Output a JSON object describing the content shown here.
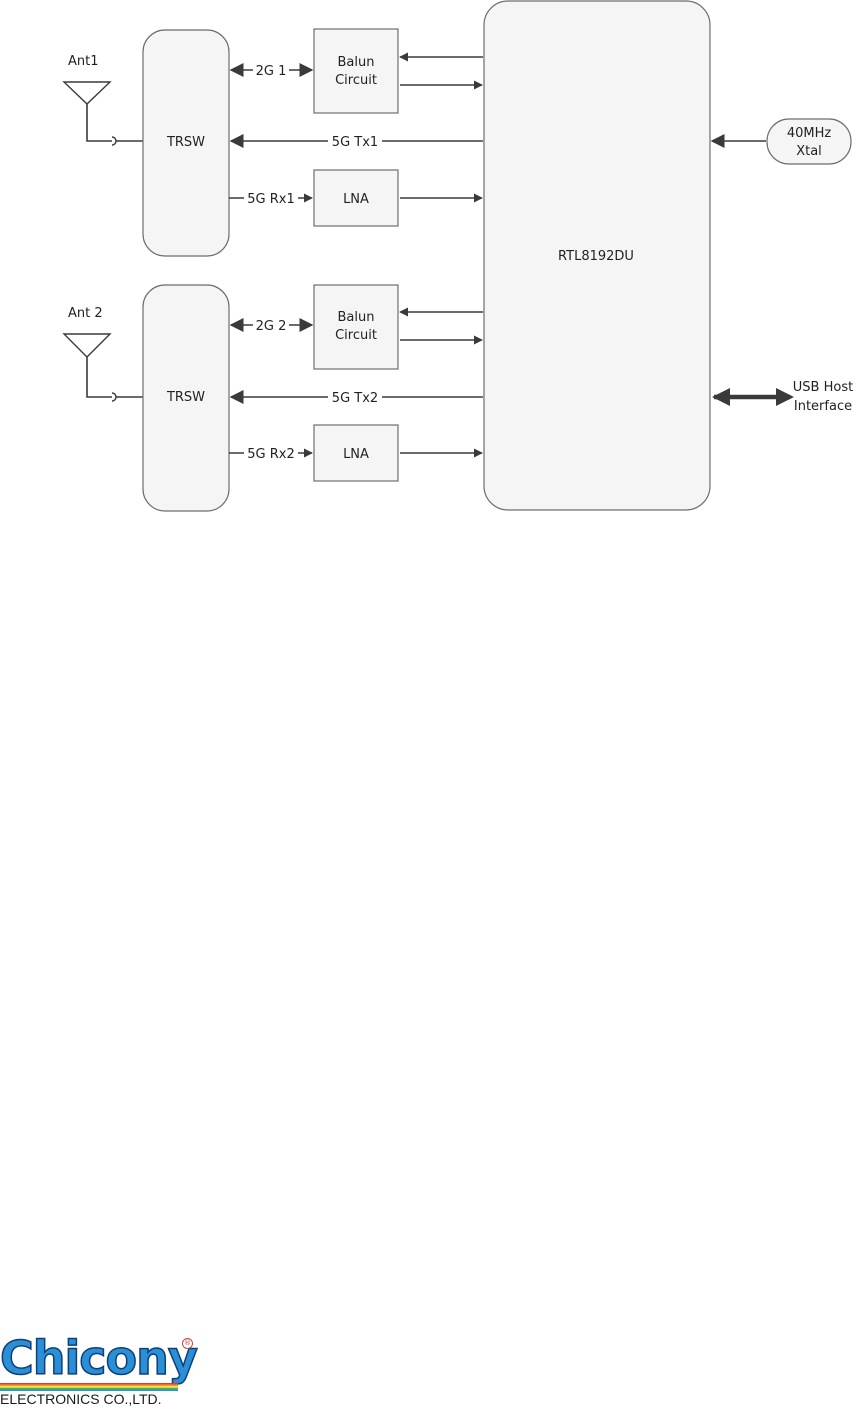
{
  "diagram": {
    "chip": "RTL8192DU",
    "paths": [
      {
        "antenna": "Ant1",
        "switch": "TRSW",
        "balun": [
          "Balun",
          "Circuit"
        ],
        "lna": "LNA",
        "signal_2g": "2G 1",
        "signal_5g_tx": "5G Tx1",
        "signal_5g_rx": "5G Rx1"
      },
      {
        "antenna": "Ant 2",
        "switch": "TRSW",
        "balun": [
          "Balun",
          "Circuit"
        ],
        "lna": "LNA",
        "signal_2g": "2G 2",
        "signal_5g_tx": "5G Tx2",
        "signal_5g_rx": "5G Rx2"
      }
    ],
    "crystal": [
      "40MHz",
      "Xtal"
    ],
    "usb": [
      "USB Host",
      "Interface"
    ]
  },
  "logo": {
    "word": "Chicony",
    "reg_mark": "®",
    "tagline": "ELECTRONICS CO.,LTD.",
    "colors": [
      "#e23b2e",
      "#f39a1f",
      "#f6e12a",
      "#3cb34a",
      "#2b8fd6"
    ]
  }
}
